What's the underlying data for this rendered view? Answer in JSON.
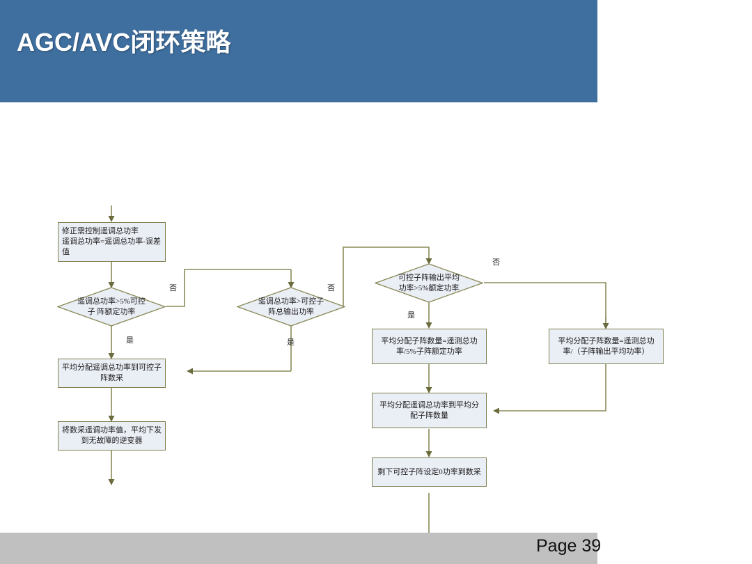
{
  "slide": {
    "title": "AGC/AVC闭环策略",
    "banner_color": "#3f6f9f",
    "footer_color": "#c0c0c0",
    "page_label": "Page  39"
  },
  "diagram": {
    "type": "flowchart",
    "node_fill": "#eaeef5",
    "node_border": "#7f7f4f",
    "connector_color": "#7f7f4f",
    "nodes": [
      {
        "id": "n1",
        "shape": "process",
        "text": "修正需控制遥调总功率遥调总功率=遥调总功率-误差值",
        "line1": "修正需控制遥调总功率",
        "line2": "遥调总功率=遥调总功率-误差",
        "line3": "值"
      },
      {
        "id": "d1",
        "shape": "decision",
        "line1": "遥调总功率>5%可控",
        "line2": "子 阵额定功率"
      },
      {
        "id": "d2",
        "shape": "decision",
        "line1": "遥调总功率>可控子",
        "line2": "阵总输出功率"
      },
      {
        "id": "d3",
        "shape": "decision",
        "line1": "可控子阵输出平均",
        "line2": "功率>5%额定功率"
      },
      {
        "id": "n2",
        "shape": "process",
        "line1": "平均分配子阵数量=遥测总功",
        "line2": "率/5%子阵额定功率"
      },
      {
        "id": "n3",
        "shape": "process",
        "line1": "平均分配子阵数量=遥测总功",
        "line2": "率/（子阵输出平均功率）"
      },
      {
        "id": "n4",
        "shape": "process",
        "line1": "平均分配遥调总功率到平均分",
        "line2": "配子阵数量"
      },
      {
        "id": "n5",
        "shape": "process",
        "line1": "剩下可控子阵设定0功率到数采",
        "line2": ""
      },
      {
        "id": "n6",
        "shape": "process",
        "line1": "平均分配遥调总功率到可控子",
        "line2": "阵数采"
      },
      {
        "id": "n7",
        "shape": "process",
        "line1": "将数采遥调功率值，平均下发",
        "line2": "到无故障的逆变器"
      }
    ],
    "edge_labels": {
      "d1_no": "否",
      "d1_yes": "是",
      "d2_no": "否",
      "d2_yes": "是",
      "d3_no": "否",
      "d3_yes": "是"
    }
  }
}
